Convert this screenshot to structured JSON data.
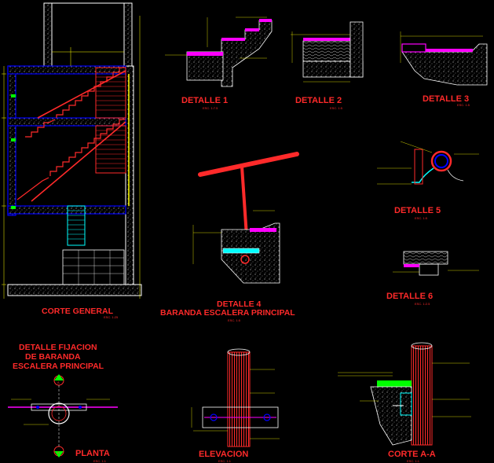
{
  "colors": {
    "background": "#000000",
    "title_red": "#ff2a2a",
    "line_white": "#ffffff",
    "line_yellow": "#ffff00",
    "line_cyan": "#00ffff",
    "line_magenta": "#ff00ff",
    "line_green": "#00ff00",
    "line_blue": "#0000ff",
    "hatch_gray": "#9a9a9a"
  },
  "labels": {
    "corte_general": "CORTE GENERAL",
    "corte_general_scale": "ESC. 1:25",
    "detalle1": "DETALLE 1",
    "detalle1_scale": "ESC. 1:7.5",
    "detalle2": "DETALLE 2",
    "detalle2_scale": "ESC. 1:5",
    "detalle3": "DETALLE 3",
    "detalle3_scale": "ESC. 1:5",
    "detalle4_line1": "DETALLE 4",
    "detalle4_line2": "BARANDA ESCALERA PRINCIPAL",
    "detalle4_scale": "ESC. 1:5",
    "detalle5": "DETALLE 5",
    "detalle5_scale": "ESC. 1:5",
    "detalle6": "DETALLE 6",
    "detalle6_scale": "ESC. 1:2.5",
    "fijacion_line1": "DETALLE FIJACION",
    "fijacion_line2": "DE BARANDA",
    "fijacion_line3": "ESCALERA PRINCIPAL",
    "planta": "PLANTA",
    "planta_scale": "ESC. 1:1",
    "elevacion": "ELEVACION",
    "elevacion_scale": "ESC. 1:1",
    "corte_aa": "CORTE A-A",
    "corte_aa_scale": "ESC. 1:1",
    "section_marker": "A"
  }
}
